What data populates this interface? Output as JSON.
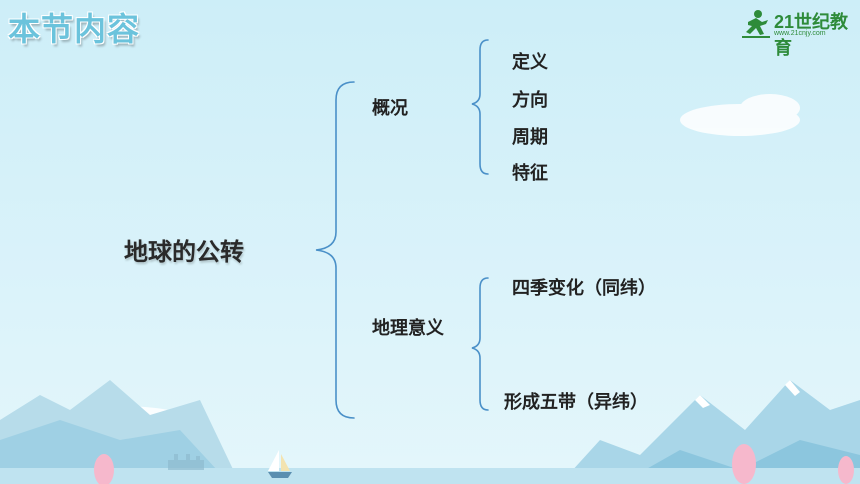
{
  "slide": {
    "title": "本节内容",
    "logo": {
      "name": "21世纪教育",
      "url": "www.21cnjy.com"
    },
    "main_topic": "地球的公转",
    "branches": [
      {
        "label": "概况",
        "items": [
          "定义",
          "方向",
          "周期",
          "特征"
        ]
      },
      {
        "label": "地理意义",
        "items": [
          "四季变化（同纬）",
          "形成五带（异纬）"
        ]
      }
    ]
  },
  "colors": {
    "background": "#d4f0f9",
    "title": "#6bc3dc",
    "brace": "#4a90c8",
    "logo_green": "#2e8b3a"
  }
}
